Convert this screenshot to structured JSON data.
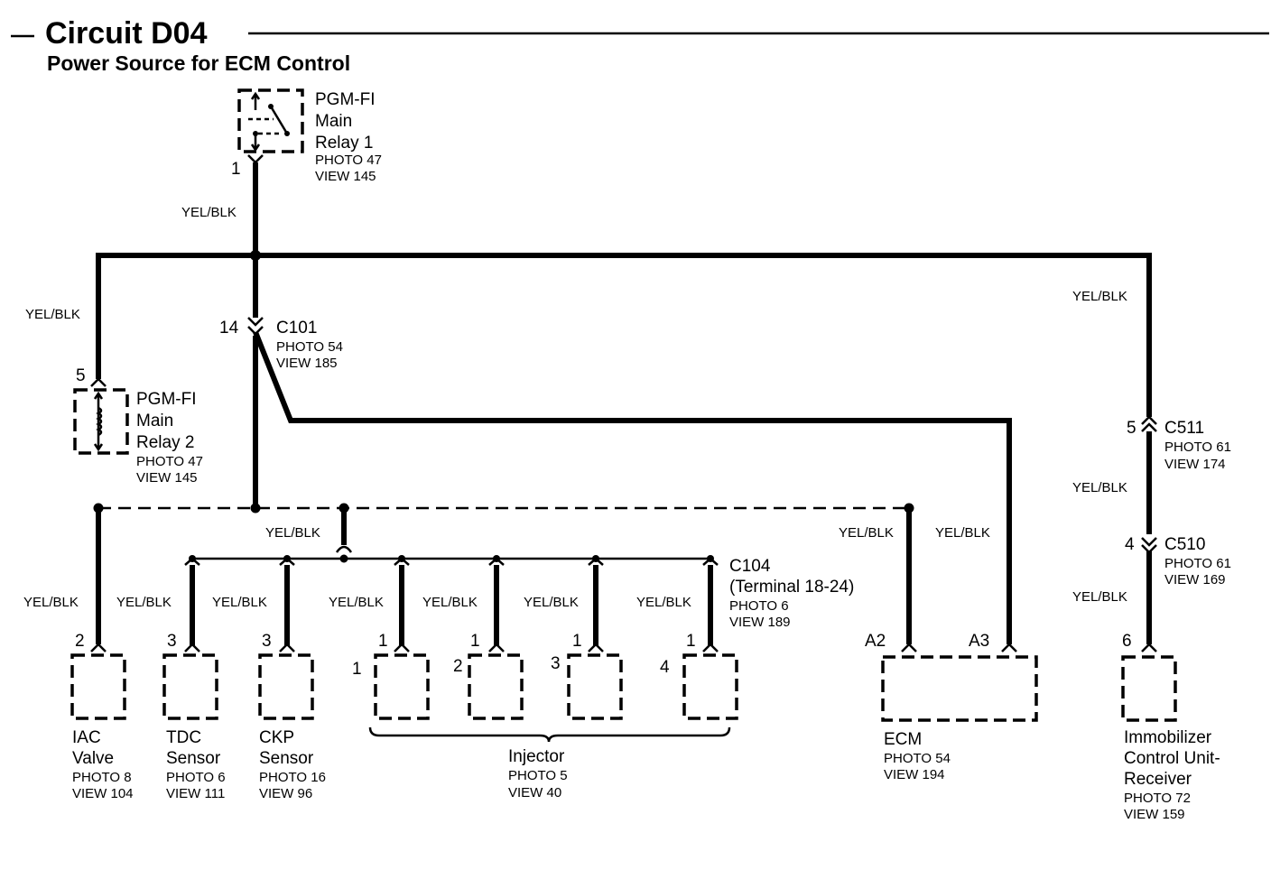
{
  "header": {
    "title": "Circuit D04",
    "subtitle": "Power Source for ECM Control"
  },
  "wire_label": "YEL/BLK",
  "relay1": {
    "lines": [
      "PGM-FI",
      "Main",
      "Relay 1"
    ],
    "photo": "PHOTO 47",
    "view": "VIEW 145",
    "pin": "1"
  },
  "relay2": {
    "lines": [
      "PGM-FI",
      "Main",
      "Relay 2"
    ],
    "photo": "PHOTO 47",
    "view": "VIEW 145",
    "pin": "5"
  },
  "c101": {
    "name": "C101",
    "photo": "PHOTO 54",
    "view": "VIEW 185",
    "pin": "14"
  },
  "c511": {
    "name": "C511",
    "photo": "PHOTO 61",
    "view": "VIEW 174",
    "pin": "5"
  },
  "c510": {
    "name": "C510",
    "photo": "PHOTO 61",
    "view": "VIEW 169",
    "pin": "4"
  },
  "c104": {
    "name": "C104",
    "detail": "(Terminal 18-24)",
    "photo": "PHOTO 6",
    "view": "VIEW 189"
  },
  "iac": {
    "lines": [
      "IAC",
      "Valve"
    ],
    "photo": "PHOTO 8",
    "view": "VIEW 104",
    "pin": "2"
  },
  "tdc": {
    "lines": [
      "TDC",
      "Sensor"
    ],
    "photo": "PHOTO 6",
    "view": "VIEW 111",
    "pin": "3"
  },
  "ckp": {
    "lines": [
      "CKP",
      "Sensor"
    ],
    "photo": "PHOTO 16",
    "view": "VIEW 96",
    "pin": "3"
  },
  "injector": {
    "name": "Injector",
    "photo": "PHOTO 5",
    "view": "VIEW 40",
    "numbers": [
      "1",
      "2",
      "3",
      "4"
    ],
    "pin": "1"
  },
  "ecm": {
    "name": "ECM",
    "photo": "PHOTO 54",
    "view": "VIEW 194",
    "pins": [
      "A2",
      "A3"
    ]
  },
  "immobilizer": {
    "lines": [
      "Immobilizer",
      "Control Unit-",
      "Receiver"
    ],
    "photo": "PHOTO 72",
    "view": "VIEW 159",
    "pin": "6"
  }
}
